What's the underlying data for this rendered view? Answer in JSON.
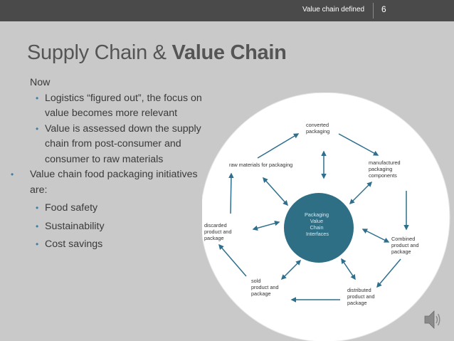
{
  "header": {
    "crumb": "Value chain defined",
    "slide_number": "6"
  },
  "title": {
    "light": "Supply Chain & ",
    "bold": "Value Chain"
  },
  "body": {
    "heading": "Now",
    "now_items": [
      "Logistics “figured out”, the focus on value becomes more relevant",
      "Value is assessed down the supply chain from post-consumer and consumer to raw materials"
    ],
    "main_item": "Value chain food packaging initiatives are:",
    "initiatives": [
      "Food safety",
      "Sustainability",
      "Cost savings"
    ]
  },
  "diagram": {
    "center_lines": [
      "Packaging",
      "Value",
      "Chain",
      "Interfaces"
    ],
    "nodes": {
      "converted": [
        "converted",
        "packaging"
      ],
      "manufactured": [
        "manufactured",
        "packaging",
        "components"
      ],
      "combined": [
        "Combined",
        "product and",
        "package"
      ],
      "distributed": [
        "distributed",
        "product and",
        "package"
      ],
      "sold": [
        "sold",
        "product and",
        "package"
      ],
      "discarded": [
        "discarded",
        "product and",
        "package"
      ],
      "raw": [
        "raw materials for packaging"
      ]
    }
  },
  "colors": {
    "background": "#c9c9c9",
    "header": "#4a4a4a",
    "arrow": "#2e6f8e",
    "center_circle": "#2f6f85",
    "bullet": "#3d7ea6"
  },
  "icons": {
    "audio": "speaker-icon"
  }
}
